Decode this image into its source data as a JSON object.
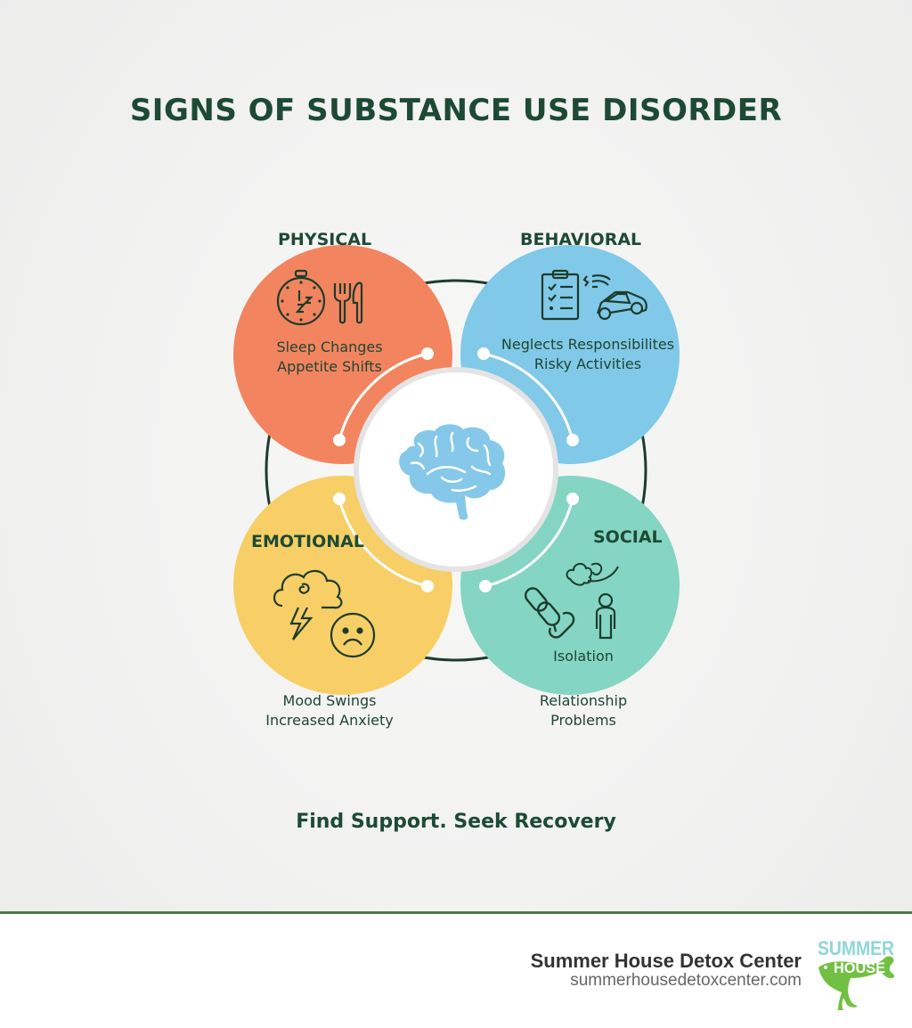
{
  "title": "SIGNS OF SUBSTANCE USE DISORDER",
  "colors": {
    "title": "#1d4a34",
    "physical": "#f2855f",
    "behavioral": "#80c9e8",
    "emotional": "#f7cf66",
    "social": "#84d5c4",
    "brain": "#85c8ea",
    "ring": "#1d3b2c",
    "footer_line": "#4b7a4a"
  },
  "center": {
    "icon": "brain-icon"
  },
  "categories": [
    {
      "id": "physical",
      "label": "PHYSICAL",
      "icons": [
        "stopwatch-sleep-icon",
        "fork-knife-icon"
      ],
      "signs": [
        "Sleep Changes",
        "Appetite Shifts"
      ]
    },
    {
      "id": "behavioral",
      "label": "BEHAVIORAL",
      "icons": [
        "clipboard-checklist-icon",
        "speeding-car-icon"
      ],
      "signs": [
        "Neglects Responsibilites",
        "Risky Activities"
      ]
    },
    {
      "id": "emotional",
      "label": "EMOTIONAL",
      "icons": [
        "storm-cloud-icon",
        "sad-face-icon"
      ],
      "signs": [
        "Mood Swings",
        "Increased Anxiety"
      ]
    },
    {
      "id": "social",
      "label": "SOCIAL",
      "icons": [
        "broken-chain-icon",
        "cloud-swirl-icon",
        "lone-person-icon"
      ],
      "signs": [
        "Isolation",
        "Relationship",
        "Problems"
      ]
    }
  ],
  "tagline": "Find Support. Seek Recovery",
  "footer": {
    "org_name": "Summer House Detox Center",
    "url": "summerhousedetoxcenter.com",
    "logo": {
      "line1": "SUMMER",
      "line2": "HOUSE",
      "icon": "gecko-icon"
    }
  }
}
